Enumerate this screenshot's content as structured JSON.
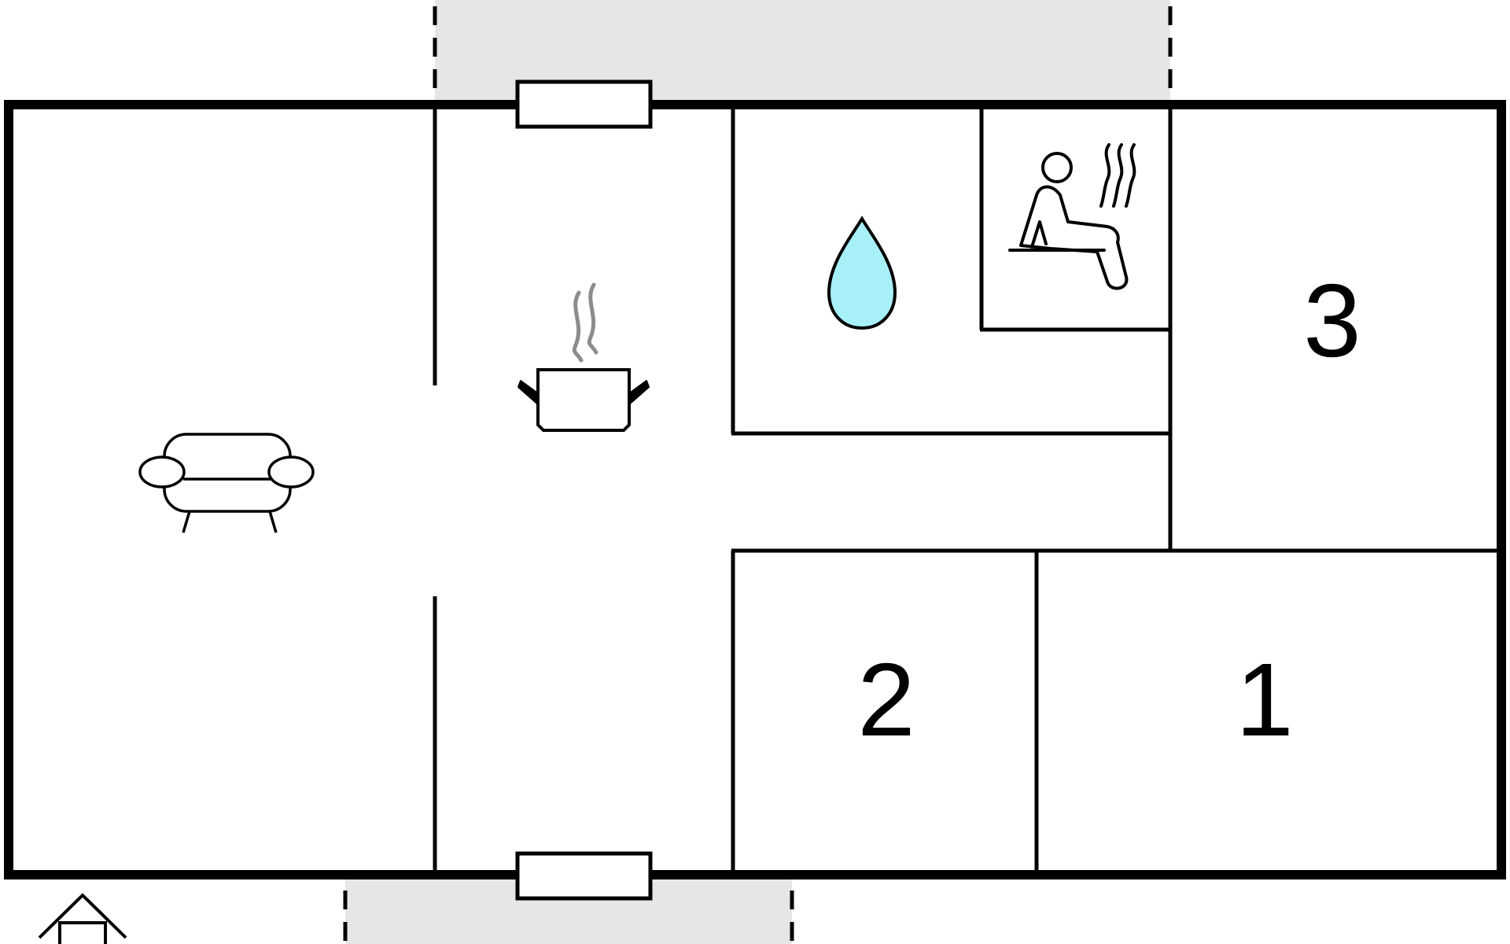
{
  "rooms": [
    {
      "id": "living",
      "icon": "sofa-icon"
    },
    {
      "id": "kitchen",
      "icon": "cooking-pot-icon"
    },
    {
      "id": "bathroom",
      "icon": "water-drop-icon"
    },
    {
      "id": "sauna",
      "icon": "sauna-icon"
    },
    {
      "id": "bedroom-3",
      "label": "3"
    },
    {
      "id": "bedroom-2",
      "label": "2"
    },
    {
      "id": "bedroom-1",
      "label": "1"
    }
  ],
  "entrance": {
    "icon": "house-entrance-icon"
  },
  "colors": {
    "wall": "#000000",
    "terrace": "#e6e6e6",
    "water": "#a8f0f8",
    "steam": "#8c8c8c"
  }
}
